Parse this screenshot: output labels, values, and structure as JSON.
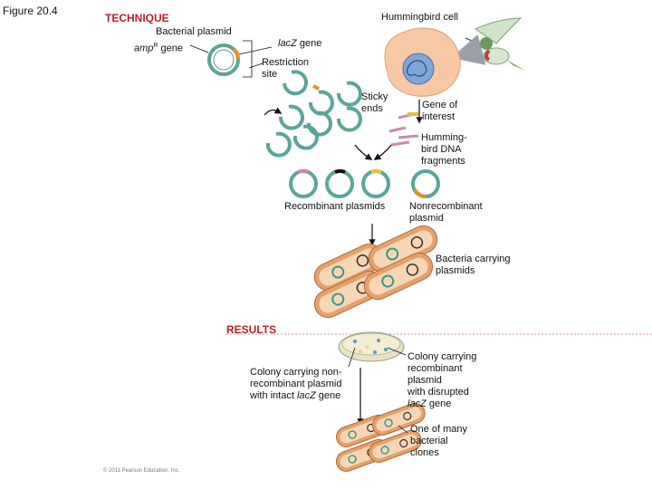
{
  "figure_label": "Figure 20.4",
  "technique_heading": "TECHNIQUE",
  "results_heading": "RESULTS",
  "labels": {
    "hummingbird_cell": "Hummingbird cell",
    "bacterial_plasmid": "Bacterial plasmid",
    "amp_gene_prefix": "amp",
    "amp_gene_sup": "R",
    "amp_gene_suffix": " gene",
    "lacz_gene_italic": "lacZ",
    "lacz_gene_suffix": " gene",
    "restriction_site_1": "Restriction",
    "restriction_site_2": "site",
    "sticky_ends_1": "Sticky",
    "sticky_ends_2": "ends",
    "gene_interest_1": "Gene of",
    "gene_interest_2": "interest",
    "hb_dna_1": "Humming-",
    "hb_dna_2": "bird DNA",
    "hb_dna_3": "fragments",
    "recombinant_plasmids": "Recombinant plasmids",
    "nonrecombinant_1": "Nonrecombinant",
    "nonrecombinant_2": "plasmid",
    "bacteria_carrying_1": "Bacteria carrying",
    "bacteria_carrying_2": "plasmids",
    "colony_nonrec_1": "Colony carrying non-",
    "colony_nonrec_2": "recombinant plasmid",
    "colony_nonrec_3_prefix": "with intact ",
    "colony_nonrec_3_italic": "lacZ",
    "colony_nonrec_3_suffix": " gene",
    "colony_rec_1": "Colony carrying",
    "colony_rec_2": "recombinant",
    "colony_rec_3": "plasmid",
    "colony_rec_4": "with disrupted",
    "colony_rec_5_italic": "lacZ",
    "colony_rec_5_suffix": " gene",
    "clone_1": "One of many",
    "clone_2": "bacterial",
    "clone_3": "clones"
  },
  "copyright": "© 2011 Pearson Education, Inc.",
  "colors": {
    "heading_red": "#b5222a",
    "plasmid_teal": "#5aa59a",
    "lacz_orange": "#e0902a",
    "cell_peach": "#f7c8a4",
    "nucleus_blue": "#7ea7d8",
    "bacteria_orange": "#e6a06a",
    "arrow_gray": "#9aa0a6",
    "insert_pink": "#c98bb0"
  }
}
